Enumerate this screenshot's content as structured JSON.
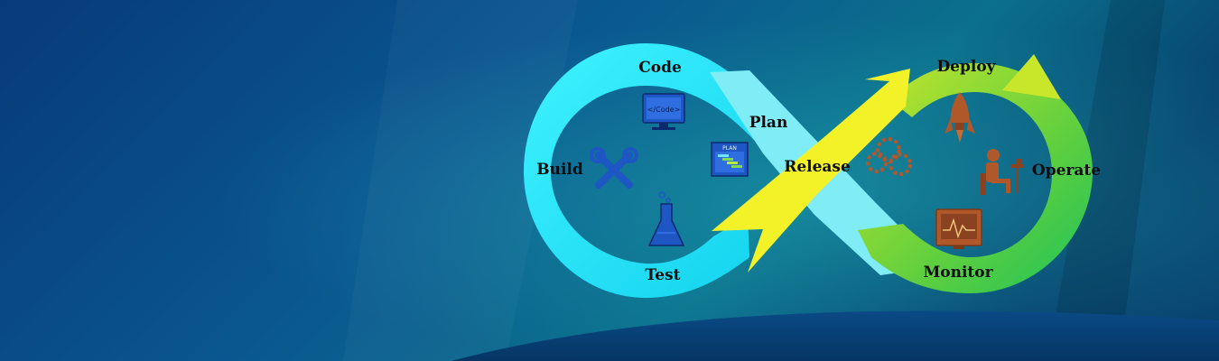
{
  "banner": {
    "colors": {
      "background_left": "#083b7c",
      "background_right": "#0b6f8a",
      "dev_loop": "#22e4f4",
      "ops_loop": "#8bd82a",
      "release_arrow": "#f0ef2a",
      "plan_arrow": "#7fecf6",
      "dev_icons": "#1e56c4",
      "ops_icons": "#b0582a"
    },
    "stages": {
      "code": "Code",
      "plan": "Plan",
      "build": "Build",
      "test": "Test",
      "release": "Release",
      "deploy": "Deploy",
      "operate": "Operate",
      "monitor": "Monitor"
    },
    "icons": {
      "monitor_screen_text": "</Code>",
      "plan_board_text": "PLAN",
      "code": "code-monitor-icon",
      "plan": "plan-board-icon",
      "build": "tools-icon",
      "test": "flask-icon",
      "release": "gears-icon",
      "deploy": "rocket-icon",
      "operate": "operator-at-desk-icon",
      "monitor": "monitoring-screen-icon"
    }
  }
}
